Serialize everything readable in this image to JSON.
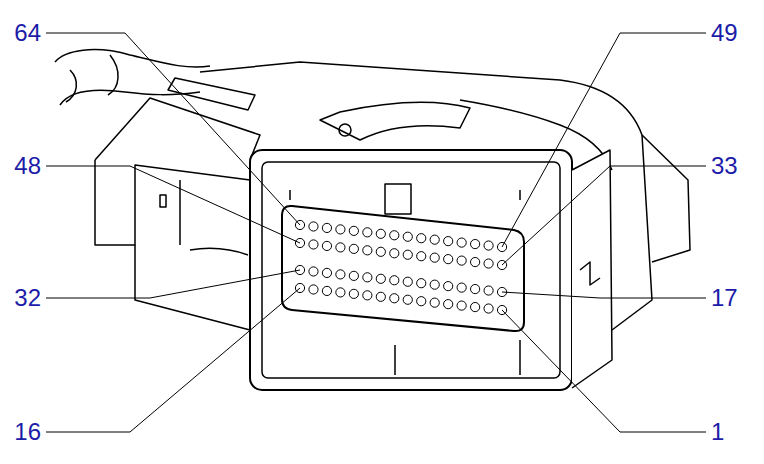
{
  "diagram": {
    "labels": [
      "64",
      "49",
      "48",
      "33",
      "32",
      "17",
      "16",
      "1"
    ]
  }
}
